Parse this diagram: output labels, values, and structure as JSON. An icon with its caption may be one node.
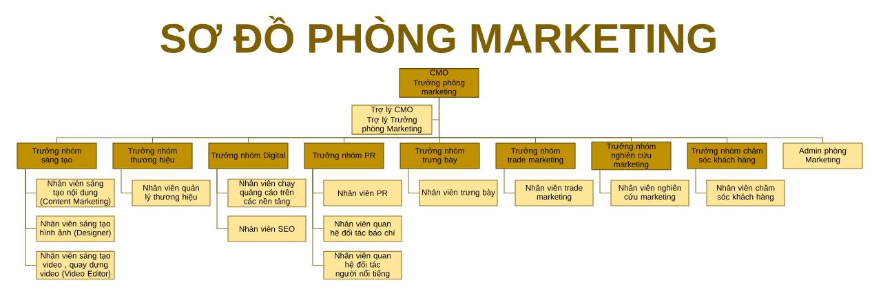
{
  "diagram": {
    "title": "SƠ ĐỒ PHÒNG MARKETING",
    "nodes": [
      {
        "text": [
          "CMO",
          "Trưởng phòng marketing"
        ]
      },
      {
        "text": [
          "Trợ lý CMO",
          "Trợ lý Trưởng phòng Marketing"
        ]
      },
      {
        "text": [
          "Trưởng nhóm sáng tạo"
        ]
      },
      {
        "text": [
          "Trưởng nhóm thương hiệu"
        ]
      },
      {
        "text": [
          "Trưởng nhóm Digital"
        ]
      },
      {
        "text": [
          "Trưởng nhóm PR"
        ]
      },
      {
        "text": [
          "Trưởng nhóm trưng bày"
        ]
      },
      {
        "text": [
          "Trưởng nhóm trade marketing"
        ]
      },
      {
        "text": [
          "Trưởng nhóm nghiên cứu marketing"
        ]
      },
      {
        "text": [
          "Trưởng nhóm chăm sóc khách hàng"
        ]
      },
      {
        "text": [
          "Admin phòng Marketing"
        ]
      },
      {
        "text": [
          "Nhân viên sáng tạo nội dung (Content Marketing)"
        ]
      },
      {
        "text": [
          "Nhân viên sáng tạo hình ảnh (Designer)"
        ]
      },
      {
        "text": [
          "Nhân viên sáng tạo video , quay dựng video (Video Editor)"
        ]
      },
      {
        "text": [
          "Nhân viên quản lý thương hiệu"
        ]
      },
      {
        "text": [
          "Nhân viên chạy quảng cáo trên các nền tảng"
        ]
      },
      {
        "text": [
          "Nhân viên SEO"
        ]
      },
      {
        "text": [
          "Nhân viên PR"
        ]
      },
      {
        "text": [
          "Nhân viên quan hệ đối tác báo chí"
        ]
      },
      {
        "text": [
          "Nhân viên quan hệ đối tác người nổi tiếng"
        ]
      },
      {
        "text": [
          "Nhân viên trưng bày"
        ]
      },
      {
        "text": [
          "Nhân viên trade marketing"
        ]
      },
      {
        "text": [
          "Nhân viên nghiên cứu marketing"
        ]
      },
      {
        "text": [
          "Nhân viên chăm sóc khách hàng"
        ]
      }
    ],
    "edges": [
      {
        "from": 0,
        "to": 1,
        "arrow": "none"
      },
      {
        "from": 0,
        "to": 2,
        "arrow": "none"
      },
      {
        "from": 0,
        "to": 3,
        "arrow": "none"
      },
      {
        "from": 0,
        "to": 4,
        "arrow": "none"
      },
      {
        "from": 0,
        "to": 5,
        "arrow": "none"
      },
      {
        "from": 0,
        "to": 6,
        "arrow": "none"
      },
      {
        "from": 0,
        "to": 7,
        "arrow": "none"
      },
      {
        "from": 0,
        "to": 8,
        "arrow": "none"
      },
      {
        "from": 0,
        "to": 9,
        "arrow": "none"
      },
      {
        "from": 0,
        "to": 10,
        "arrow": "none"
      },
      {
        "from": 2,
        "to": 11,
        "arrow": "none"
      },
      {
        "from": 2,
        "to": 12,
        "arrow": "none"
      },
      {
        "from": 2,
        "to": 13,
        "arrow": "none"
      },
      {
        "from": 3,
        "to": 14,
        "arrow": "none"
      },
      {
        "from": 4,
        "to": 15,
        "arrow": "none"
      },
      {
        "from": 4,
        "to": 16,
        "arrow": "none"
      },
      {
        "from": 5,
        "to": 17,
        "arrow": "none"
      },
      {
        "from": 5,
        "to": 18,
        "arrow": "none"
      },
      {
        "from": 5,
        "to": 19,
        "arrow": "none"
      },
      {
        "from": 6,
        "to": 20,
        "arrow": "none"
      },
      {
        "from": 7,
        "to": 21,
        "arrow": "none"
      },
      {
        "from": 8,
        "to": 22,
        "arrow": "none"
      },
      {
        "from": 9,
        "to": 23,
        "arrow": "none"
      }
    ]
  }
}
